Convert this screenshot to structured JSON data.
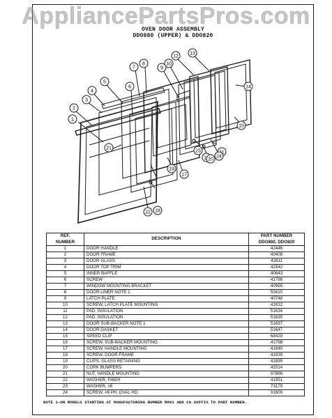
{
  "watermark": "AppliancePartsPros.com",
  "header": {
    "title_line1": "OVEN DOOR ASSEMBLY",
    "title_line2": "DDO880 (UPPER) & DDO820"
  },
  "diagram": {
    "callouts": [
      "1",
      "2",
      "3",
      "4",
      "5",
      "6",
      "7",
      "8",
      "9",
      "10",
      "11",
      "12",
      "13",
      "14",
      "15",
      "16",
      "17",
      "18",
      "19",
      "20",
      "21",
      "22",
      "23",
      "24"
    ]
  },
  "table": {
    "col_ref_line1": "REF.",
    "col_ref_line2": "NUMBER",
    "col_desc": "DESCRIPTION",
    "col_part_line1": "PART NUMBER",
    "col_part_line2": "DDO880, DDO820",
    "rows": [
      {
        "ref": "1",
        "desc": "DOOR HANDLE",
        "part": "42446"
      },
      {
        "ref": "2",
        "desc": "DOOR FRAME",
        "part": "40408"
      },
      {
        "ref": "3",
        "desc": "DOOR GLASS",
        "part": "42811"
      },
      {
        "ref": "4",
        "desc": "DOOR TOP TRIM",
        "part": "42542"
      },
      {
        "ref": "5",
        "desc": "INNER BAFFLE",
        "part": "40643"
      },
      {
        "ref": "6",
        "desc": "SCREW",
        "part": "41798"
      },
      {
        "ref": "7",
        "desc": "WINDOW MOUNTING BRACKET",
        "part": "40955"
      },
      {
        "ref": "8",
        "desc": "DOOR LINER   NOTE 1",
        "part": "53410"
      },
      {
        "ref": "9",
        "desc": "LATCH PLATE",
        "part": "40748"
      },
      {
        "ref": "10",
        "desc": "SCREW, LATCH PLATE MOUNTING",
        "part": "41832"
      },
      {
        "ref": "11",
        "desc": "PAD, INSULATION",
        "part": "51634"
      },
      {
        "ref": "12",
        "desc": "PAD, INSULATION",
        "part": "51635"
      },
      {
        "ref": "13",
        "desc": "DOOR SUB-BACKER   NOTE 1",
        "part": "51657"
      },
      {
        "ref": "14",
        "desc": "DOOR GASKET",
        "part": "51647"
      },
      {
        "ref": "15",
        "desc": "SPEED CLIP",
        "part": "68429"
      },
      {
        "ref": "16",
        "desc": "SCREW, SUB-BACKER MOUNTING",
        "part": "41798"
      },
      {
        "ref": "17",
        "desc": "SCREW, HANDLE MOUNTING",
        "part": "41840"
      },
      {
        "ref": "18",
        "desc": "SCREW, DOOR FRAME",
        "part": "41839"
      },
      {
        "ref": "19",
        "desc": "CLIPS, GLASS RETAINING",
        "part": "41899"
      },
      {
        "ref": "20",
        "desc": "CORK BUMPERS",
        "part": "42014"
      },
      {
        "ref": "21",
        "desc": "NUT, HANDLE MOUNTING",
        "part": "97886"
      },
      {
        "ref": "22",
        "desc": "WASHER, FIBER",
        "part": "41951"
      },
      {
        "ref": "23",
        "desc": "WASHER, #8",
        "part": "73179"
      },
      {
        "ref": "24",
        "desc": "SCREW, #8 PH, OVAL HD.",
        "part": "91609"
      }
    ]
  },
  "footnote": "NOTE 1—ON MODELS STARTING AT MANUFACTURING NUMBER M801 ADD CG SUFFIX TO PART NUMBER."
}
